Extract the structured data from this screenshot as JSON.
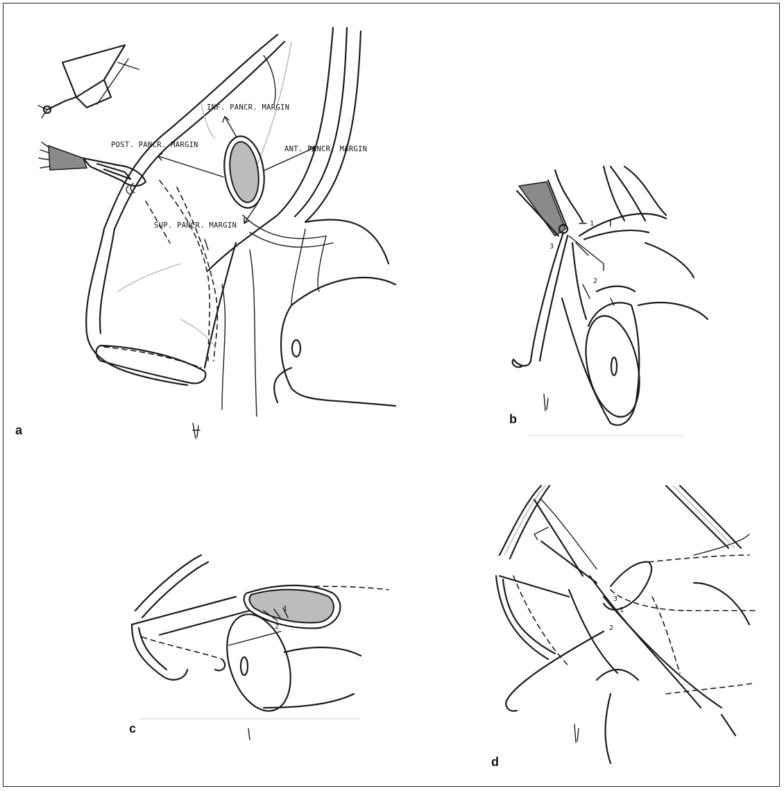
{
  "panel_labels": {
    "a": "a",
    "b": "b",
    "c": "c",
    "d": "d"
  },
  "annotations": {
    "inf_margin": "INF. PANCR. MARGIN",
    "post_margin": "POST. PANCR. MARGIN",
    "ant_margin": "ANT. PANCR. MARGIN",
    "sup_margin": "SUP. PANCR. MARGIN"
  },
  "suture_numbers": {
    "b": [
      "1",
      "2",
      "3"
    ],
    "c": [
      "1",
      "2"
    ],
    "d": [
      "1",
      "2",
      "3"
    ]
  },
  "signature": "artist-initials"
}
